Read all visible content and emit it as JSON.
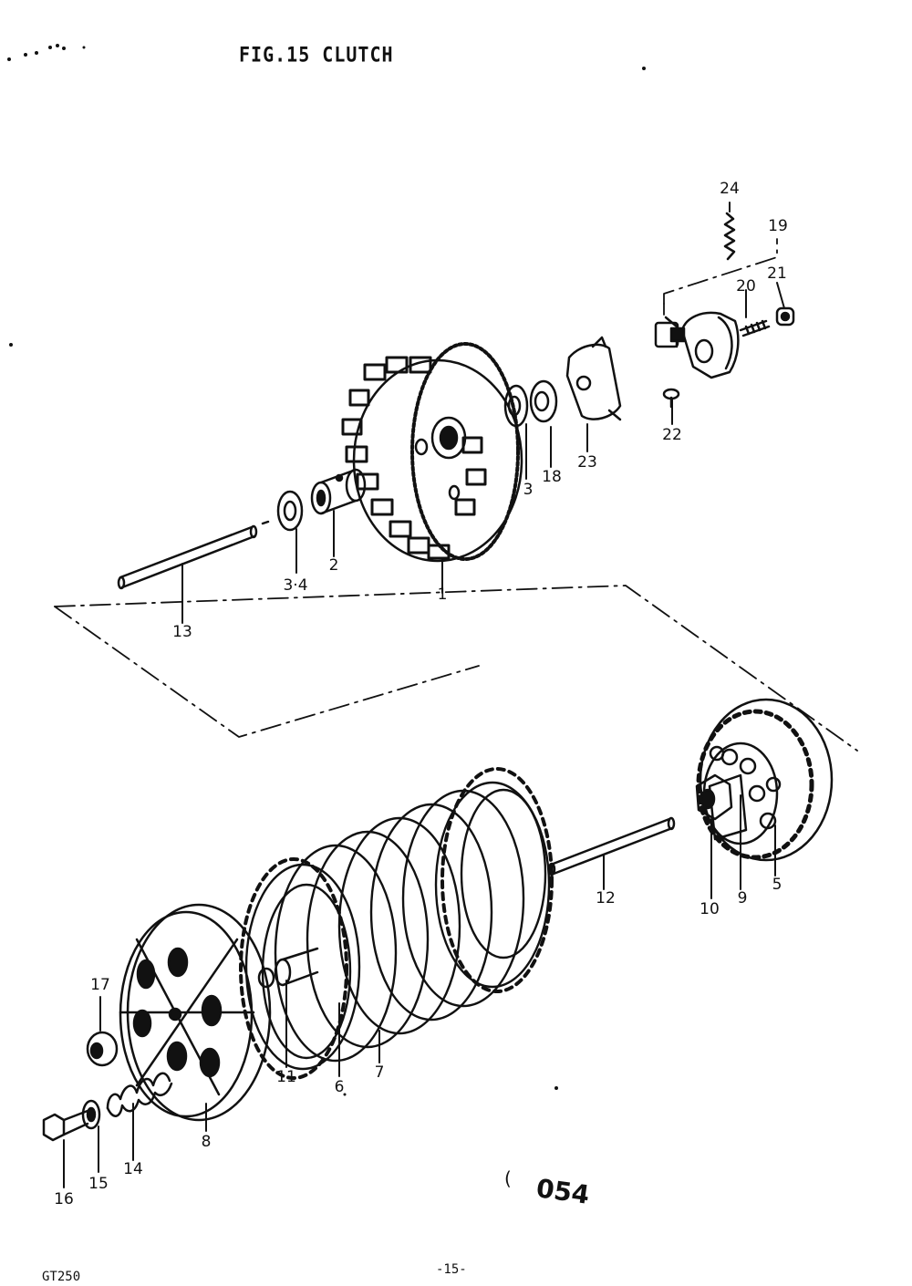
{
  "header": {
    "fig_label": "FIG.15",
    "title": "CLUTCH"
  },
  "footer": {
    "model": "GT250",
    "page_number": "-15-"
  },
  "stamp": {
    "mark": "(",
    "code": "054"
  },
  "callouts": [
    "1",
    "2",
    "3",
    "3·4",
    "5",
    "6",
    "7",
    "8",
    "9",
    "10",
    "11",
    "12",
    "13",
    "14",
    "15",
    "16",
    "17",
    "18",
    "19",
    "20",
    "21",
    "22",
    "23",
    "24"
  ],
  "colors": {
    "ink": "#111111",
    "paper": "#ffffff"
  }
}
